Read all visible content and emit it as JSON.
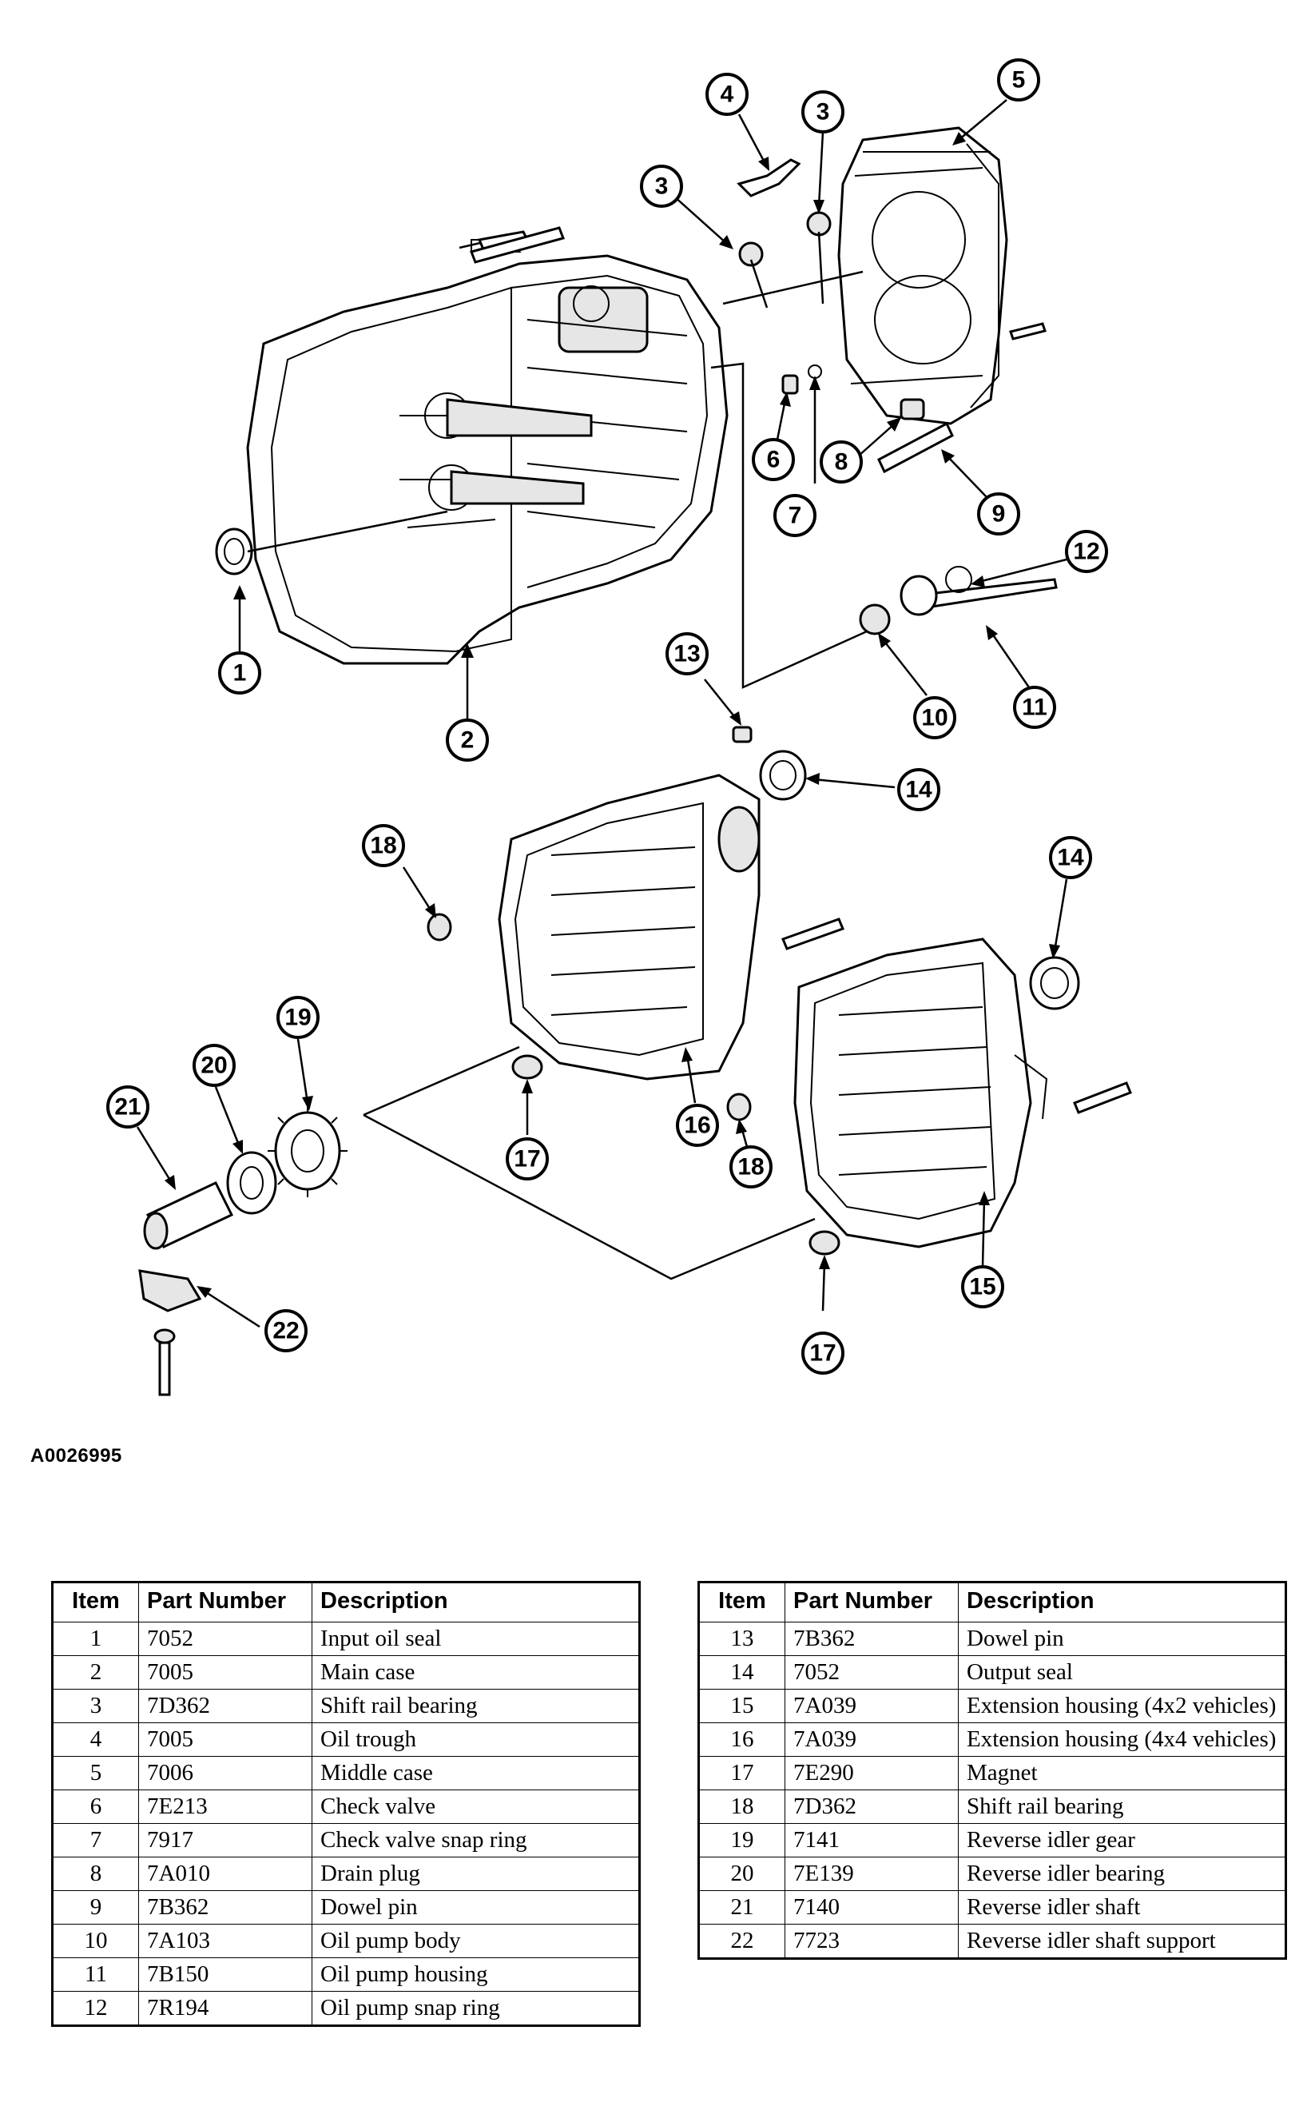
{
  "figure_code": "A0026995",
  "table": {
    "headers": {
      "item": "Item",
      "part_number": "Part Number",
      "description": "Description"
    },
    "left_rows": [
      {
        "item": "1",
        "part": "7052",
        "desc": "Input oil seal"
      },
      {
        "item": "2",
        "part": "7005",
        "desc": "Main case"
      },
      {
        "item": "3",
        "part": "7D362",
        "desc": "Shift rail bearing"
      },
      {
        "item": "4",
        "part": "7005",
        "desc": "Oil trough"
      },
      {
        "item": "5",
        "part": "7006",
        "desc": "Middle case"
      },
      {
        "item": "6",
        "part": "7E213",
        "desc": "Check valve"
      },
      {
        "item": "7",
        "part": "7917",
        "desc": "Check valve snap ring"
      },
      {
        "item": "8",
        "part": "7A010",
        "desc": "Drain plug"
      },
      {
        "item": "9",
        "part": "7B362",
        "desc": "Dowel pin"
      },
      {
        "item": "10",
        "part": "7A103",
        "desc": "Oil pump body"
      },
      {
        "item": "11",
        "part": "7B150",
        "desc": "Oil pump housing"
      },
      {
        "item": "12",
        "part": "7R194",
        "desc": "Oil pump snap ring"
      }
    ],
    "right_rows": [
      {
        "item": "13",
        "part": "7B362",
        "desc": "Dowel pin"
      },
      {
        "item": "14",
        "part": "7052",
        "desc": "Output seal"
      },
      {
        "item": "15",
        "part": "7A039",
        "desc": "Extension housing (4x2 vehicles)"
      },
      {
        "item": "16",
        "part": "7A039",
        "desc": "Extension housing (4x4 vehicles)"
      },
      {
        "item": "17",
        "part": "7E290",
        "desc": "Magnet"
      },
      {
        "item": "18",
        "part": "7D362",
        "desc": "Shift rail bearing"
      },
      {
        "item": "19",
        "part": "7141",
        "desc": "Reverse idler gear"
      },
      {
        "item": "20",
        "part": "7E139",
        "desc": "Reverse idler bearing"
      },
      {
        "item": "21",
        "part": "7140",
        "desc": "Reverse idler shaft"
      },
      {
        "item": "22",
        "part": "7723",
        "desc": "Reverse idler shaft support"
      }
    ]
  },
  "callouts": [
    {
      "label": "1"
    },
    {
      "label": "2"
    },
    {
      "label": "3"
    },
    {
      "label": "3"
    },
    {
      "label": "4"
    },
    {
      "label": "5"
    },
    {
      "label": "6"
    },
    {
      "label": "7"
    },
    {
      "label": "8"
    },
    {
      "label": "9"
    },
    {
      "label": "10"
    },
    {
      "label": "11"
    },
    {
      "label": "12"
    },
    {
      "label": "13"
    },
    {
      "label": "14"
    },
    {
      "label": "14"
    },
    {
      "label": "15"
    },
    {
      "label": "16"
    },
    {
      "label": "17"
    },
    {
      "label": "17"
    },
    {
      "label": "18"
    },
    {
      "label": "18"
    },
    {
      "label": "19"
    },
    {
      "label": "20"
    },
    {
      "label": "21"
    },
    {
      "label": "22"
    }
  ]
}
